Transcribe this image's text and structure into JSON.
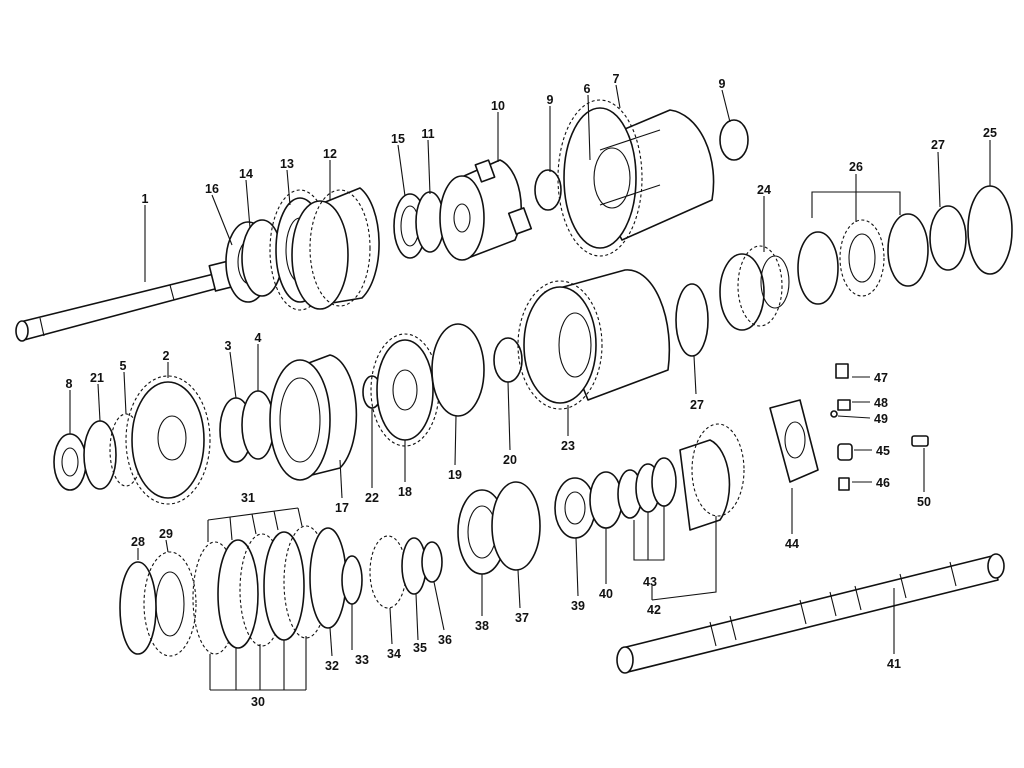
{
  "diagram": {
    "labels": [
      {
        "id": "1",
        "text": "1"
      },
      {
        "id": "2",
        "text": "2"
      },
      {
        "id": "3",
        "text": "3"
      },
      {
        "id": "4",
        "text": "4"
      },
      {
        "id": "5",
        "text": "5"
      },
      {
        "id": "6",
        "text": "6"
      },
      {
        "id": "7",
        "text": "7"
      },
      {
        "id": "8",
        "text": "8"
      },
      {
        "id": "9a",
        "text": "9"
      },
      {
        "id": "9b",
        "text": "9"
      },
      {
        "id": "10",
        "text": "10"
      },
      {
        "id": "11",
        "text": "11"
      },
      {
        "id": "12",
        "text": "12"
      },
      {
        "id": "13",
        "text": "13"
      },
      {
        "id": "14",
        "text": "14"
      },
      {
        "id": "15",
        "text": "15"
      },
      {
        "id": "16",
        "text": "16"
      },
      {
        "id": "17",
        "text": "17"
      },
      {
        "id": "18",
        "text": "18"
      },
      {
        "id": "19",
        "text": "19"
      },
      {
        "id": "20",
        "text": "20"
      },
      {
        "id": "21",
        "text": "21"
      },
      {
        "id": "22",
        "text": "22"
      },
      {
        "id": "23",
        "text": "23"
      },
      {
        "id": "24",
        "text": "24"
      },
      {
        "id": "25",
        "text": "25"
      },
      {
        "id": "26",
        "text": "26"
      },
      {
        "id": "27a",
        "text": "27"
      },
      {
        "id": "27b",
        "text": "27"
      },
      {
        "id": "28",
        "text": "28"
      },
      {
        "id": "29",
        "text": "29"
      },
      {
        "id": "30",
        "text": "30"
      },
      {
        "id": "31",
        "text": "31"
      },
      {
        "id": "32",
        "text": "32"
      },
      {
        "id": "33",
        "text": "33"
      },
      {
        "id": "34",
        "text": "34"
      },
      {
        "id": "35",
        "text": "35"
      },
      {
        "id": "36",
        "text": "36"
      },
      {
        "id": "37",
        "text": "37"
      },
      {
        "id": "38",
        "text": "38"
      },
      {
        "id": "39",
        "text": "39"
      },
      {
        "id": "40",
        "text": "40"
      },
      {
        "id": "41",
        "text": "41"
      },
      {
        "id": "42",
        "text": "42"
      },
      {
        "id": "43",
        "text": "43"
      },
      {
        "id": "44",
        "text": "44"
      },
      {
        "id": "45",
        "text": "45"
      },
      {
        "id": "46",
        "text": "46"
      },
      {
        "id": "47",
        "text": "47"
      },
      {
        "id": "48",
        "text": "48"
      },
      {
        "id": "49",
        "text": "49"
      },
      {
        "id": "50",
        "text": "50"
      }
    ]
  }
}
